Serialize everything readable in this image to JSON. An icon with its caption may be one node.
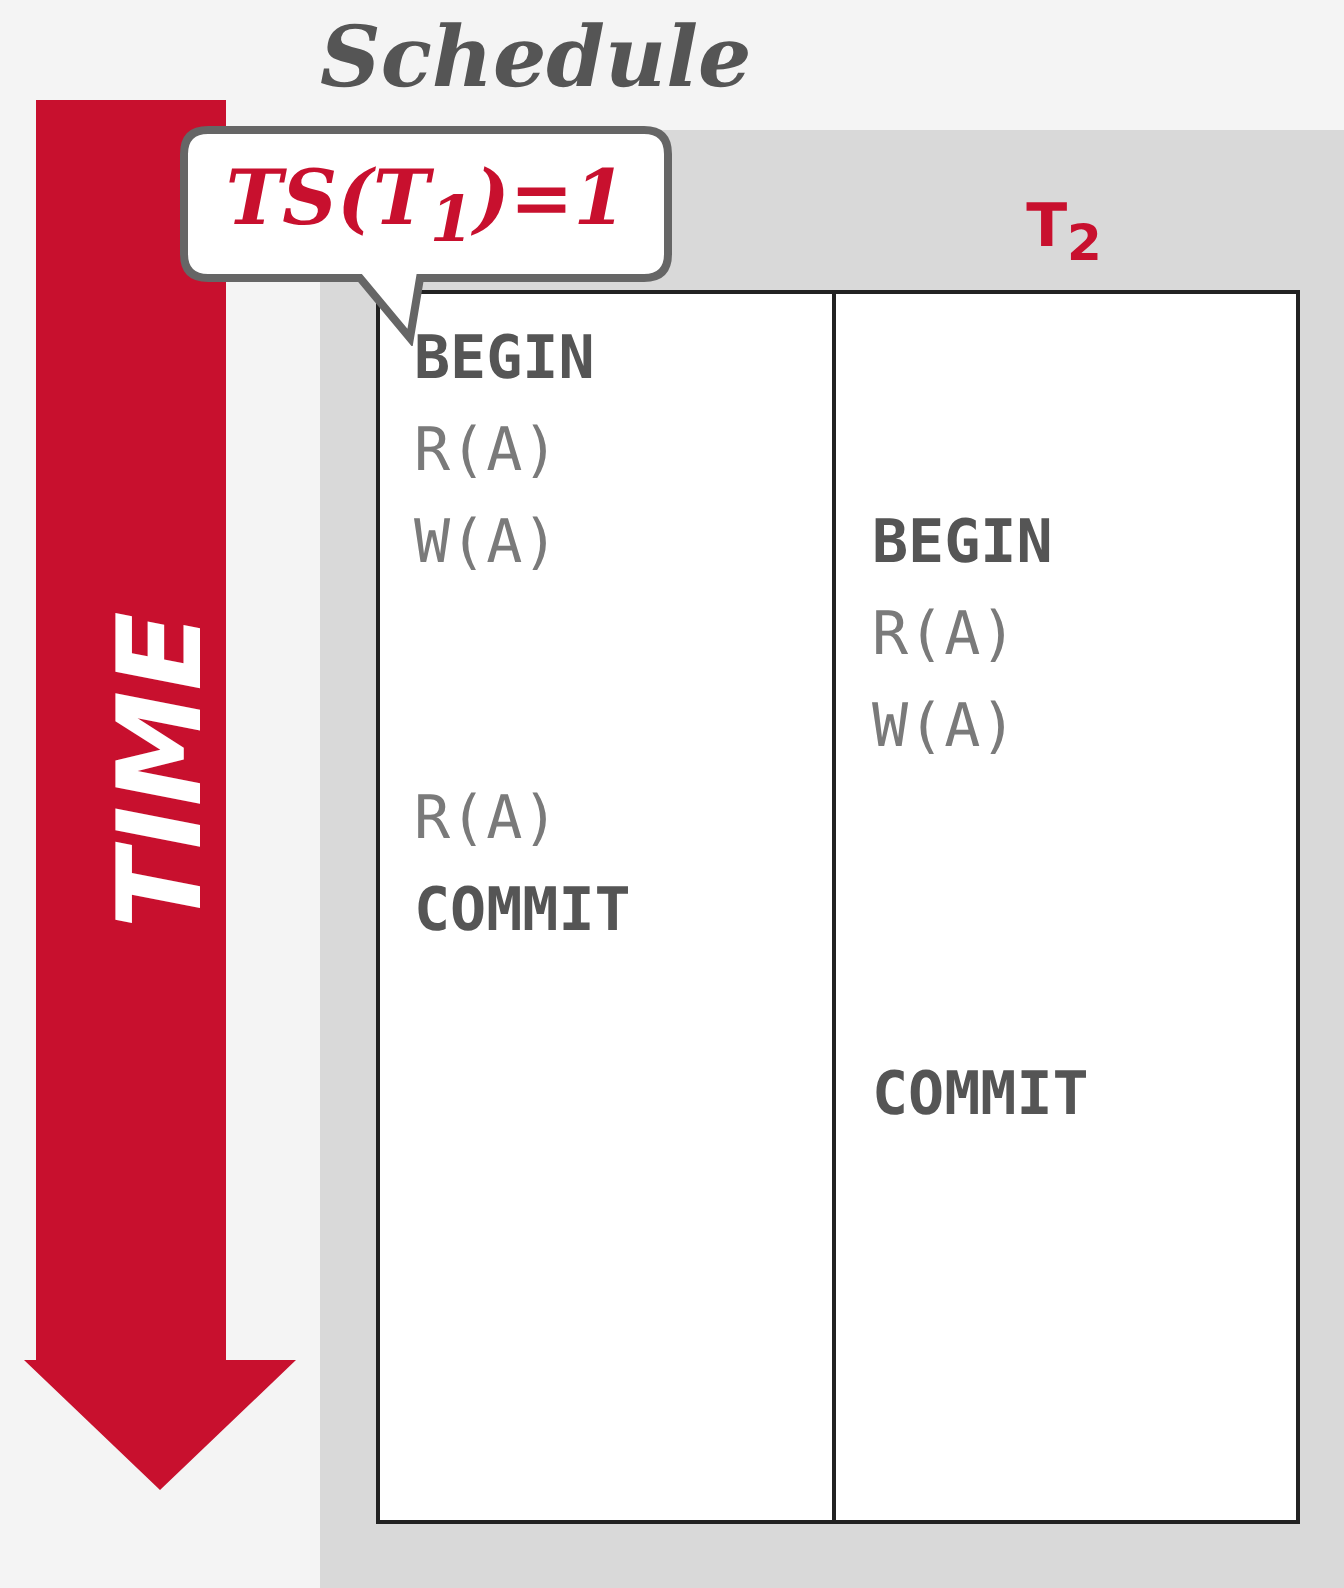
{
  "diagram": {
    "title": "Schedule",
    "nodes": [
      {
        "text": [
          "TS(T$_{1}$)=1"
        ]
      }
    ],
    "labels": [
      "TIME",
      "T$_{2}$",
      "BEGIN",
      "R(A)",
      "W(A)",
      "BEGIN",
      "R(A)",
      "W(A)",
      "R(A)",
      "COMMIT",
      "COMMIT"
    ]
  }
}
